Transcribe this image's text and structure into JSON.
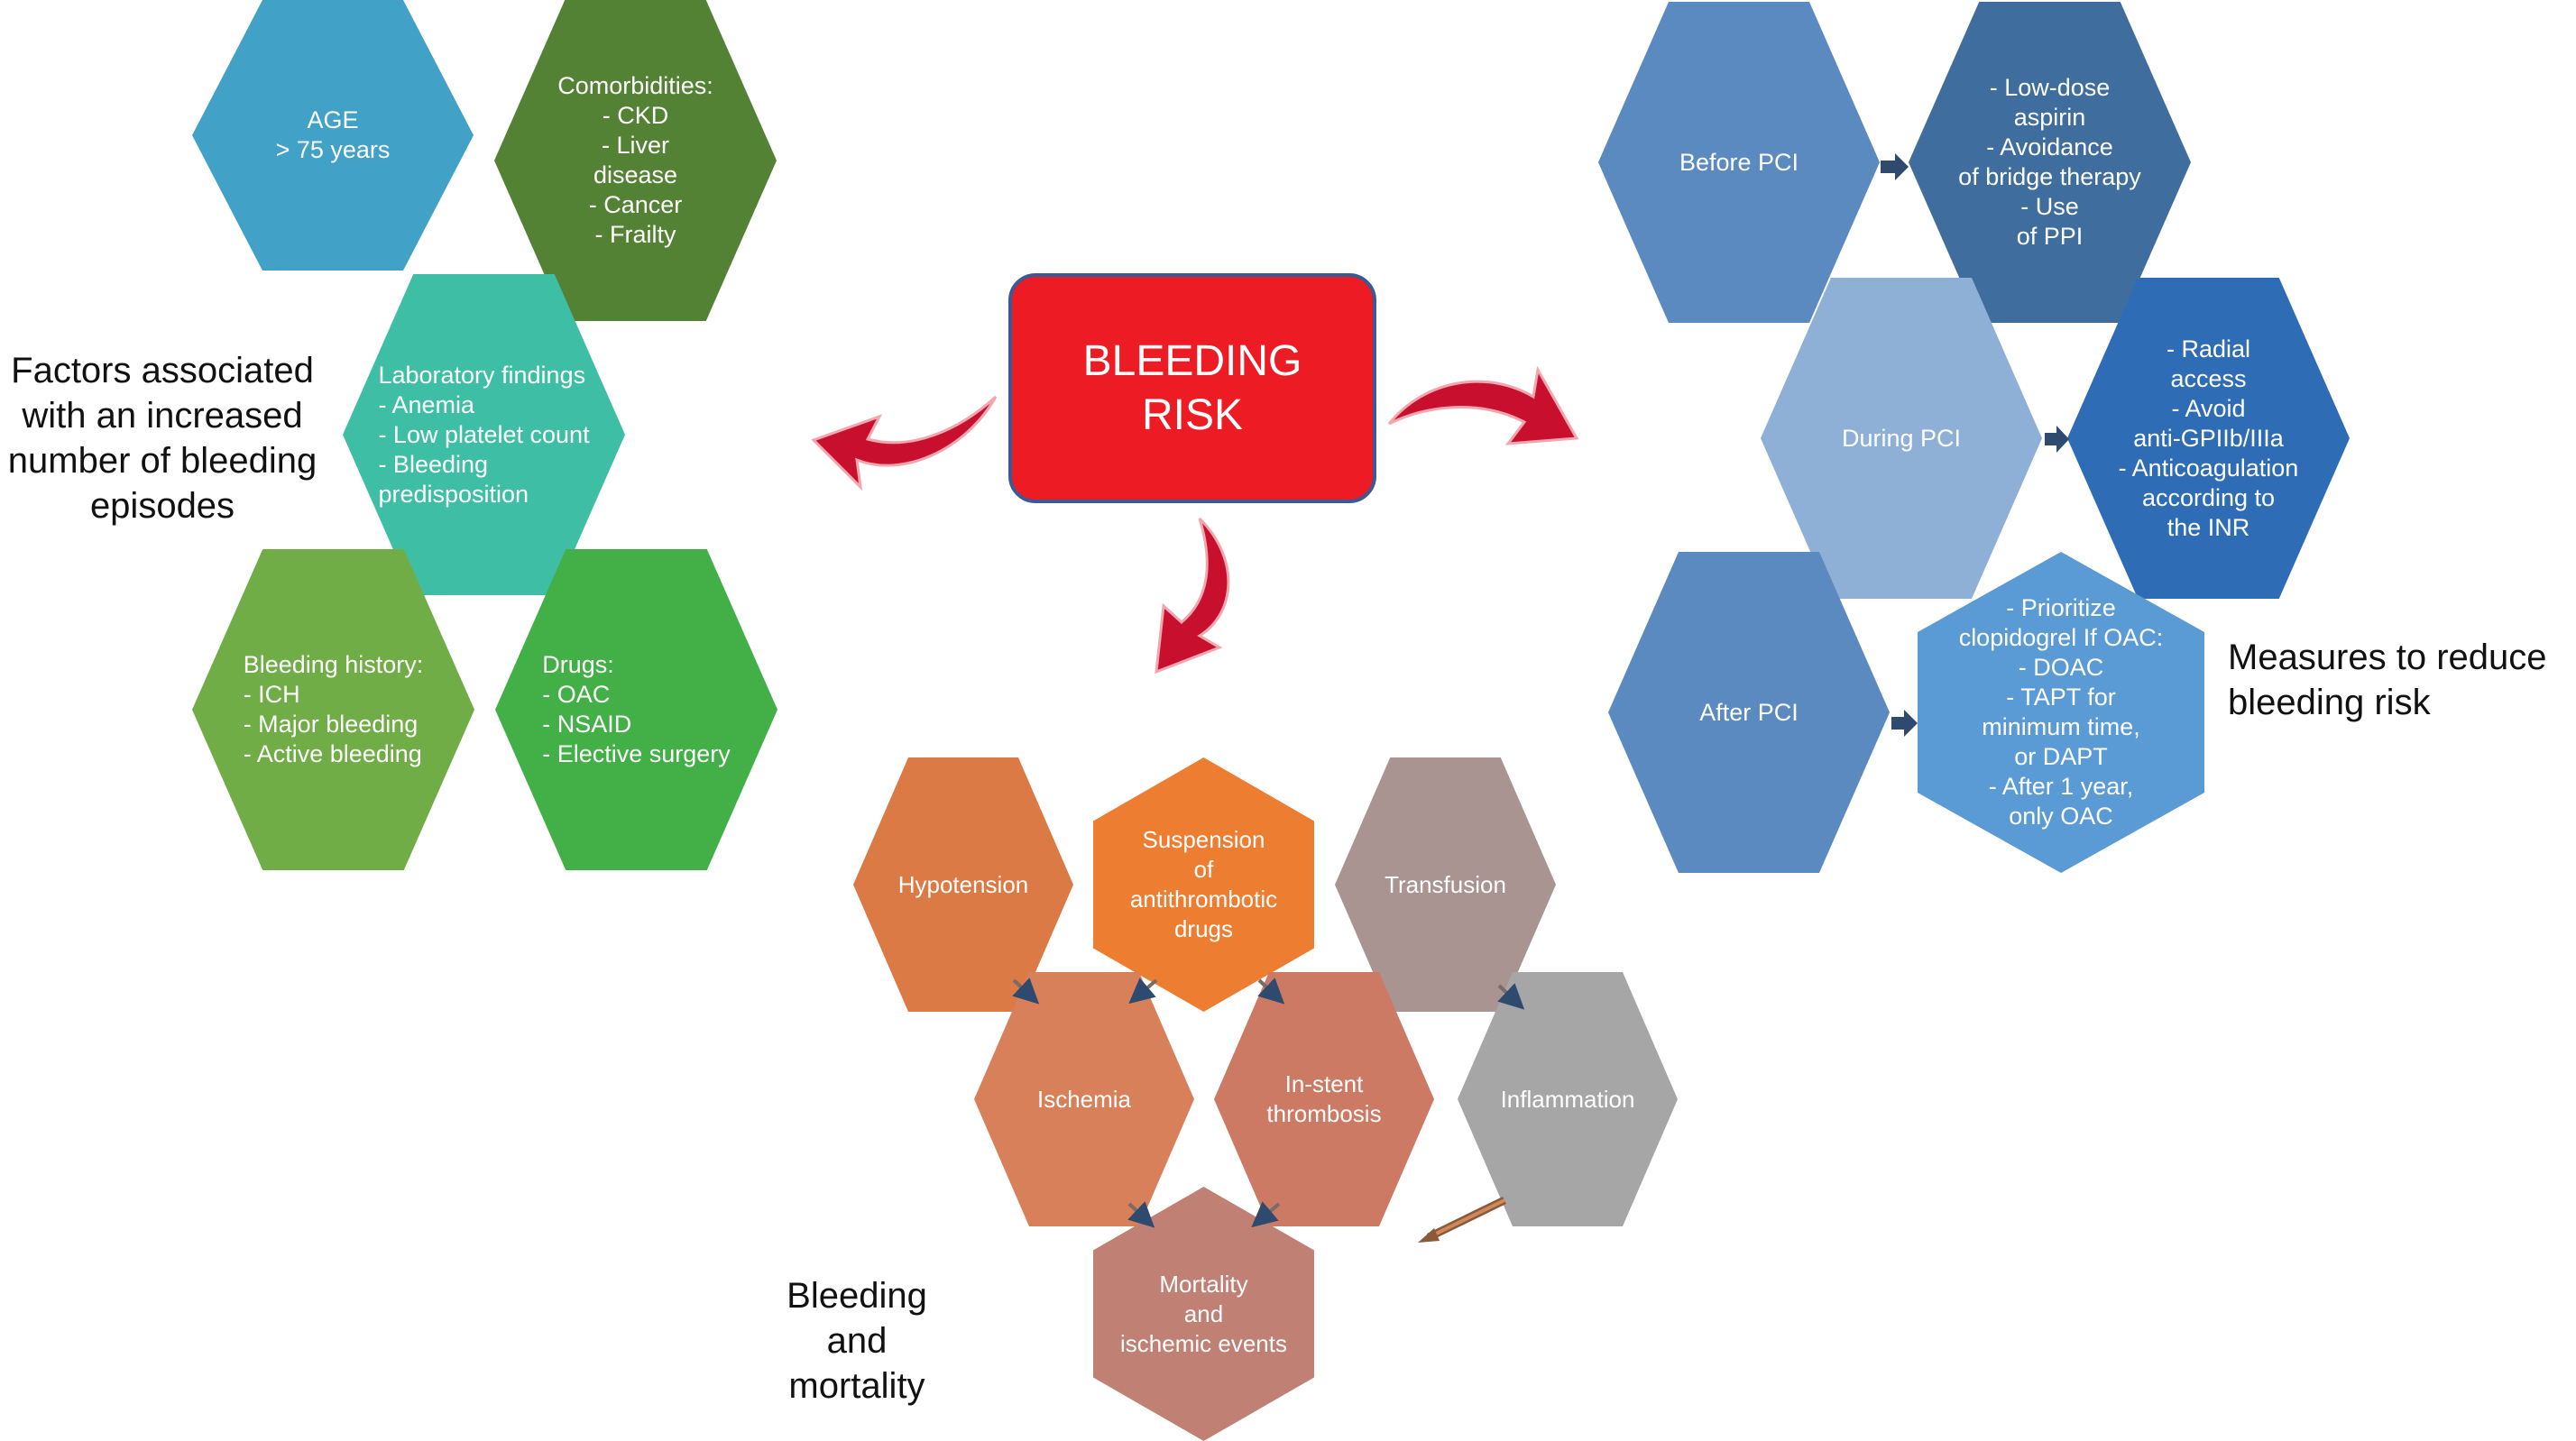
{
  "center": {
    "line1": "BLEEDING",
    "line2": "RISK"
  },
  "colors": {
    "center_fill": "#ed1c24",
    "center_border": "#3a5a96",
    "curved_arrow": "#c8102e",
    "small_arrow": "#2e4a6e"
  },
  "risk_factors": {
    "title_lines": [
      "Factors associated",
      "with an increased",
      "number of bleeding",
      "episodes"
    ],
    "age": {
      "lines": [
        "AGE",
        "> 75 years"
      ],
      "color": "#41a1c6"
    },
    "comorbidities": {
      "lines": [
        "Comorbidities:",
        "- CKD",
        "- Liver",
        "disease",
        "- Cancer",
        "- Frailty"
      ],
      "color": "#548235"
    },
    "laboratory": {
      "lines": [
        "Laboratory findings",
        "- Anemia",
        "- Low platelet count",
        "- Bleeding",
        "predisposition"
      ],
      "color": "#3fbea6"
    },
    "bleeding_history": {
      "lines": [
        "Bleeding history:",
        "- ICH",
        "- Major bleeding",
        "- Active bleeding"
      ],
      "color": "#70ad47"
    },
    "drugs": {
      "lines": [
        "Drugs:",
        "- OAC",
        "- NSAID",
        "- Elective surgery"
      ],
      "color": "#43b047"
    }
  },
  "measures": {
    "title_lines": [
      "Measures to reduce",
      "bleeding risk"
    ],
    "before_pci": {
      "label": "Before PCI",
      "color": "#5b8ac1"
    },
    "before_pci_measures": {
      "lines": [
        "- Low-dose",
        "aspirin",
        "- Avoidance",
        "of bridge therapy",
        "- Use",
        "of PPI"
      ],
      "color": "#3f6e9e"
    },
    "during_pci": {
      "label": "During PCI",
      "color": "#8eb0d7"
    },
    "during_pci_measures": {
      "lines": [
        "- Radial",
        "access",
        "- Avoid",
        "anti-GPIIb/IIIa",
        "- Anticoagulation",
        "according to",
        "the INR"
      ],
      "color": "#2e6db5"
    },
    "after_pci": {
      "label": "After PCI",
      "color": "#5b8ac1"
    },
    "after_pci_measures": {
      "lines": [
        "- Prioritize",
        "clopidogrel If OAC:",
        "- DOAC",
        "- TAPT for",
        "minimum time,",
        "or DAPT",
        "- After 1 year,",
        "only OAC"
      ],
      "color": "#5b9bd5"
    }
  },
  "consequences": {
    "title_lines": [
      "Bleeding",
      "and",
      "mortality"
    ],
    "hypotension": {
      "lines": [
        "Hypotension"
      ],
      "color": "#dc7a45"
    },
    "suspension": {
      "lines": [
        "Suspension",
        "of",
        "antithrombotic",
        "drugs"
      ],
      "color": "#ed7d31"
    },
    "transfusion": {
      "lines": [
        "Transfusion"
      ],
      "color": "#a99492"
    },
    "ischemia": {
      "lines": [
        "Ischemia"
      ],
      "color": "#d8805a"
    },
    "stent_thrombosis": {
      "lines": [
        "In-stent",
        "thrombosis"
      ],
      "color": "#cd7a64"
    },
    "inflammation": {
      "lines": [
        "Inflammation"
      ],
      "color": "#a6a6a6"
    },
    "mortality": {
      "lines": [
        "Mortality",
        "and",
        "ischemic events"
      ],
      "color": "#c08174"
    }
  }
}
